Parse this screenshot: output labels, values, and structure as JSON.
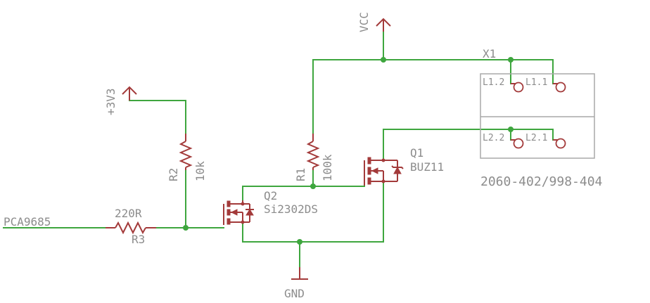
{
  "nets": {
    "vcc": "VCC",
    "v3v3": "+3V3",
    "gnd": "GND",
    "input": "PCA9685"
  },
  "r3": {
    "ref": "R3",
    "value": "220R"
  },
  "r2": {
    "ref": "R2",
    "value": "10k"
  },
  "r1": {
    "ref": "R1",
    "value": "100k"
  },
  "q2": {
    "ref": "Q2",
    "value": "Si2302DS"
  },
  "q1": {
    "ref": "Q1",
    "value": "BUZ11"
  },
  "x1": {
    "ref": "X1",
    "value": "2060-402/998-404",
    "pins": [
      "L1.2",
      "L1.1",
      "L2.2",
      "L2.1"
    ]
  },
  "colors": {
    "wire": "#3ea63e",
    "part": "#a33a3a",
    "label": "#8c8c8c",
    "body": "#a8a8a8"
  }
}
